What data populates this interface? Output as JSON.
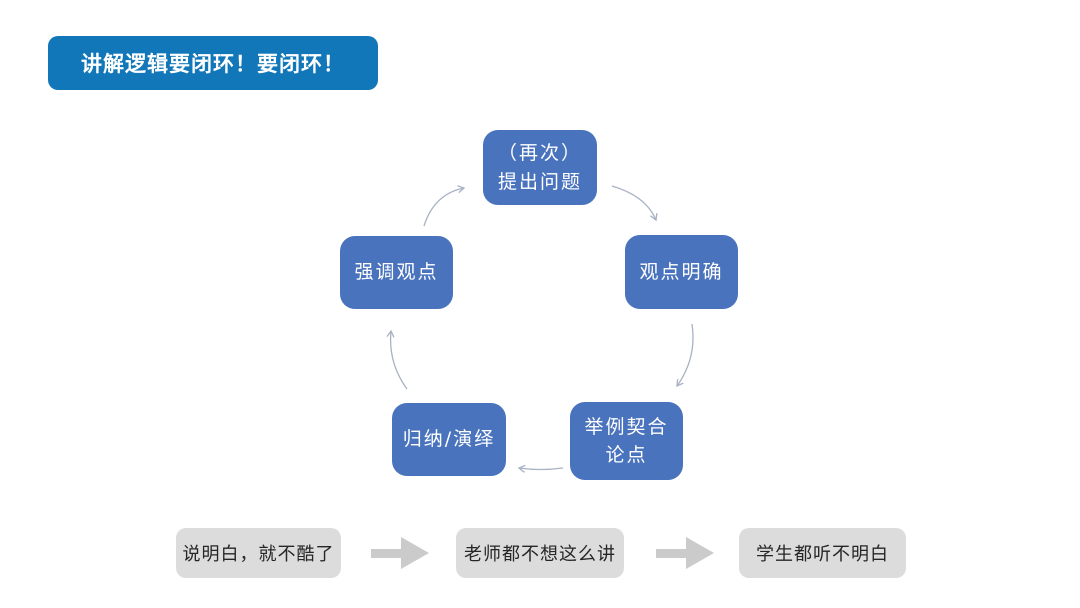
{
  "banner": {
    "title": "讲解逻辑要闭环！要闭环！",
    "bg_color": "#1277B9",
    "text_color": "#FFFFFF"
  },
  "cycle": {
    "node_color": "#4A73BE",
    "node_text_color": "#FFFFFF",
    "connector_color": "#A8B2C4",
    "nodes": [
      {
        "id": "restate-question",
        "text": "（再次）\n提出问题"
      },
      {
        "id": "viewpoint-clear",
        "text": "观点明确"
      },
      {
        "id": "example-fits-argument",
        "text": "举例契合\n论点"
      },
      {
        "id": "induction-deduction",
        "text": "归纳/演绎"
      },
      {
        "id": "emphasize-viewpoint",
        "text": "强调观点"
      }
    ],
    "arrows": [
      {
        "from": "emphasize-viewpoint",
        "to": "restate-question"
      },
      {
        "from": "restate-question",
        "to": "viewpoint-clear"
      },
      {
        "from": "viewpoint-clear",
        "to": "example-fits-argument"
      },
      {
        "from": "example-fits-argument",
        "to": "induction-deduction"
      },
      {
        "from": "induction-deduction",
        "to": "emphasize-viewpoint"
      }
    ]
  },
  "bottom_flow": {
    "box_color": "#DCDCDC",
    "arrow_color": "#CBCBCB",
    "boxes": [
      {
        "text": "说明白，就不酷了"
      },
      {
        "text": "老师都不想这么讲"
      },
      {
        "text": "学生都听不明白"
      }
    ]
  }
}
